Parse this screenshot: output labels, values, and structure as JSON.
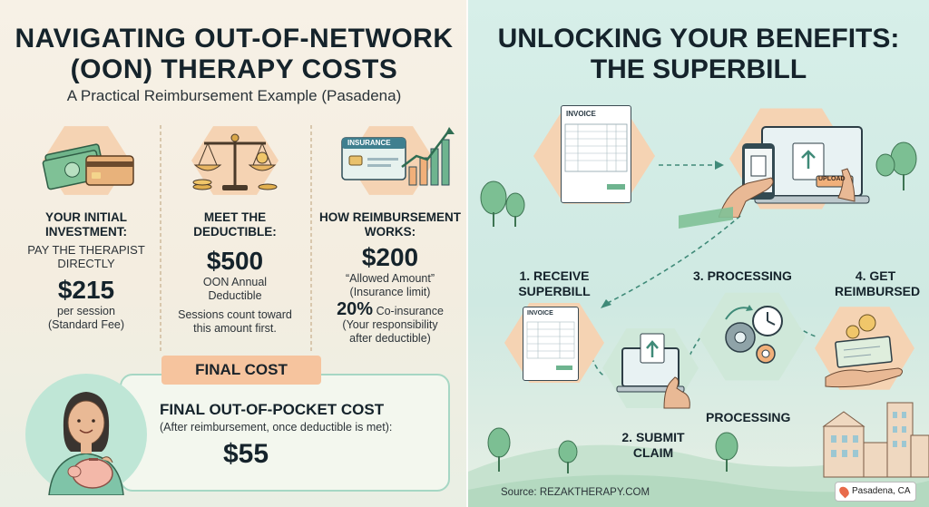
{
  "left": {
    "title_line1": "NAVIGATING OUT-OF-NETWORK",
    "title_line2": "(OON) THERAPY COSTS",
    "subtitle": "A Practical Reimbursement Example (Pasadena)",
    "col1": {
      "heading1": "YOUR INITIAL",
      "heading2": "INVESTMENT:",
      "line1": "PAY THE THERAPIST",
      "line2": "DIRECTLY",
      "amount": "$215",
      "note1": "per session",
      "note2": "(Standard Fee)"
    },
    "col2": {
      "heading1": "MEET THE",
      "heading2": "DEDUCTIBLE:",
      "amount": "$500",
      "note1": "OON Annual",
      "note2": "Deductible",
      "note3": "Sessions count toward",
      "note4": "this amount first."
    },
    "col3": {
      "heading1": "HOW REIMBURSEMENT",
      "heading2": "WORKS:",
      "card_label": "INSURANCE",
      "amount": "$200",
      "note1": "“Allowed Amount”",
      "note2": "(Insurance limit)",
      "pct": "20%",
      "pct_label": "Co-insurance",
      "note3": "(Your responsibility",
      "note4": "after deductible)"
    },
    "final": {
      "tag": "FINAL COST",
      "heading": "FINAL OUT-OF-POCKET COST",
      "sub": "(After reimbursement, once deductible is met):",
      "amount": "$55"
    }
  },
  "right": {
    "title_line1": "UNLOCKING YOUR BENEFITS:",
    "title_line2": "THE SUPERBILL",
    "invoice_label": "INVOICE",
    "upload_label": "UPLOAD",
    "step1_line1": "1. RECEIVE",
    "step1_line2": "SUPERBILL",
    "step2_line1": "2. SUBMIT",
    "step2_line2": "CLAIM",
    "step3": "3. PROCESSING",
    "step3_sub": "PROCESSING",
    "step4_line1": "4. GET",
    "step4_line2": "REIMBURSED",
    "source": "Source: REZAKTHERAPY.COM",
    "location": "Pasadena, CA"
  },
  "colors": {
    "peach": "#f5d3b3",
    "mint": "#a6d7c4",
    "dark": "#15232b"
  }
}
